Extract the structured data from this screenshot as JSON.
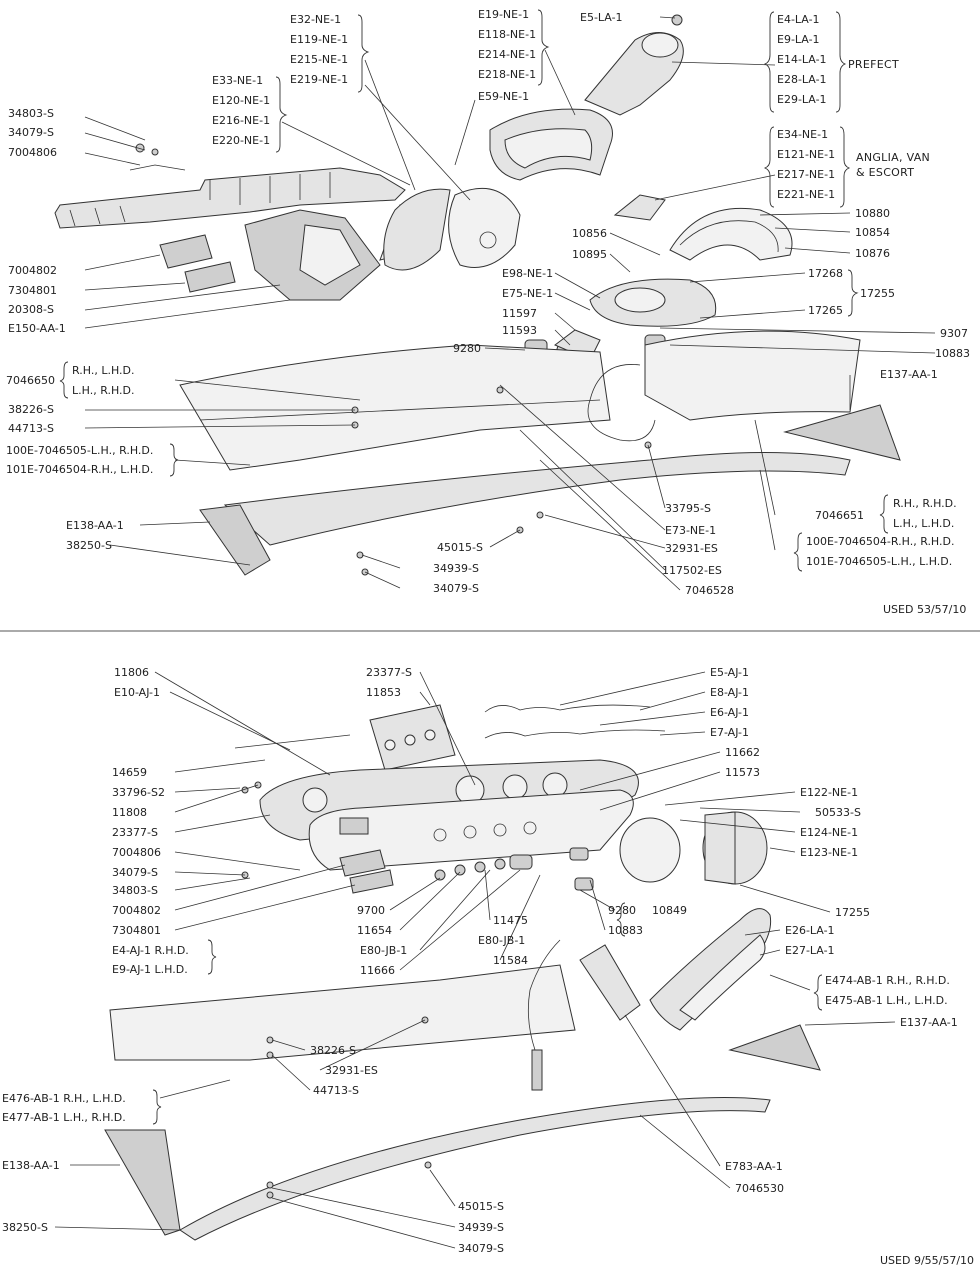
{
  "upper_diagram": {
    "used_note": "USED 53/57/10",
    "labels": [
      "E32-NE-1",
      "E119-NE-1",
      "E215-NE-1",
      "E219-NE-1",
      "E19-NE-1",
      "E118-NE-1",
      "E214-NE-1",
      "E218-NE-1",
      "E59-NE-1",
      "E5-LA-1",
      "E4-LA-1",
      "E9-LA-1",
      "E14-LA-1",
      "E28-LA-1",
      "E29-LA-1",
      "PREFECT",
      "E33-NE-1",
      "E120-NE-1",
      "E216-NE-1",
      "E220-NE-1",
      "34803-S",
      "34079-S",
      "7004806",
      "E34-NE-1",
      "E121-NE-1",
      "E217-NE-1",
      "E221-NE-1",
      "ANGLIA, VAN",
      "& ESCORT",
      "10880",
      "10854",
      "10876",
      "10856",
      "10895",
      "17268",
      "17255",
      "17265",
      "7004802",
      "7304801",
      "20308-S",
      "E150-AA-1",
      "E98-NE-1",
      "E75-NE-1",
      "11597",
      "11593",
      "9280",
      "9307",
      "10883",
      "7046650",
      "R.H., L.H.D.",
      "L.H., R.H.D.",
      "E137-AA-1",
      "38226-S",
      "44713-S",
      "100E-7046505-L.H., R.H.D.",
      "101E-7046504-R.H., L.H.D.",
      "33795-S",
      "E73-NE-1",
      "7046651",
      "R.H., R.H.D.",
      "L.H., L.H.D.",
      "E138-AA-1",
      "38250-S",
      "45015-S",
      "32931-ES",
      "100E-7046504-R.H., R.H.D.",
      "101E-7046505-L.H., L.H.D.",
      "34939-S",
      "117502-ES",
      "34079-S",
      "7046528"
    ]
  },
  "lower_diagram": {
    "used_note": "USED 9/55/57/10",
    "labels": [
      "11806",
      "E10-AJ-1",
      "23377-S",
      "11853",
      "E5-AJ-1",
      "E8-AJ-1",
      "E6-AJ-1",
      "E7-AJ-1",
      "11662",
      "11573",
      "14659",
      "33796-S2",
      "11808",
      "23377-S",
      "E122-NE-1",
      "50533-S",
      "E124-NE-1",
      "E123-NE-1",
      "7004806",
      "34079-S",
      "34803-S",
      "7004802",
      "7304801",
      "9700",
      "11475",
      "9280",
      "10849",
      "17255",
      "11654",
      "10883",
      "E26-LA-1",
      "E27-LA-1",
      "E4-AJ-1 R.H.D.",
      "E9-AJ-1 L.H.D.",
      "E80-JB-1",
      "E80-JB-1",
      "11584",
      "11666",
      "E474-AB-1 R.H., R.H.D.",
      "E475-AB-1 L.H., L.H.D.",
      "E137-AA-1",
      "38226-S",
      "32931-ES",
      "44713-S",
      "E476-AB-1 R.H., L.H.D.",
      "E477-AB-1 L.H., R.H.D.",
      "E138-AA-1",
      "E783-AA-1",
      "7046530",
      "45015-S",
      "38250-S",
      "34939-S",
      "34079-S"
    ]
  }
}
